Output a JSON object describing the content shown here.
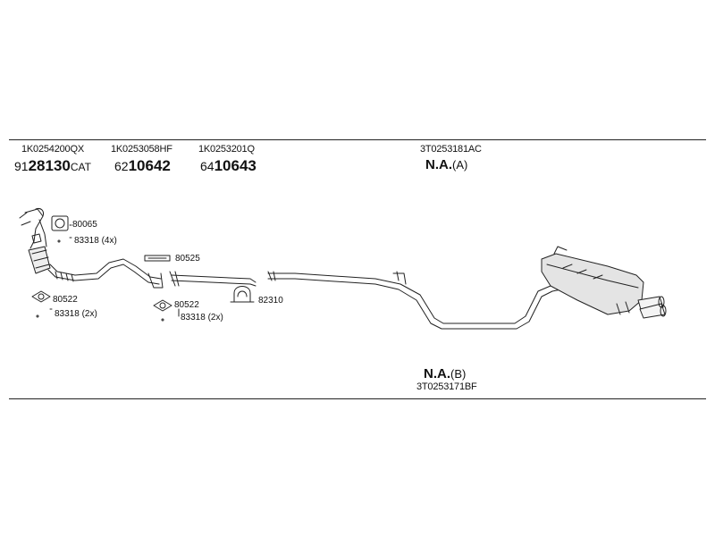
{
  "parts": {
    "p1": {
      "number": "1K0254200QX",
      "pos": "91",
      "code": "28130",
      "suffix": "CAT"
    },
    "p2": {
      "number": "1K0253058HF",
      "pos": "62",
      "code": "10642"
    },
    "p3": {
      "number": "1K0253201Q",
      "pos": "64",
      "code": "10643"
    },
    "p4": {
      "number": "3T0253181AC",
      "na": "N.A.",
      "variant": "(A)"
    },
    "p5": {
      "number": "3T0253171BF",
      "na": "N.A.",
      "variant": "(B)"
    }
  },
  "labels": {
    "gasket_top": "80065",
    "bolt_top": "83318 (4x)",
    "gasket_left": "80522",
    "bolt_left": "83318 (2x)",
    "hanger_mid": "80525",
    "gasket_mid": "80522",
    "bolt_mid": "83318 (2x)",
    "clamp": "82310"
  }
}
